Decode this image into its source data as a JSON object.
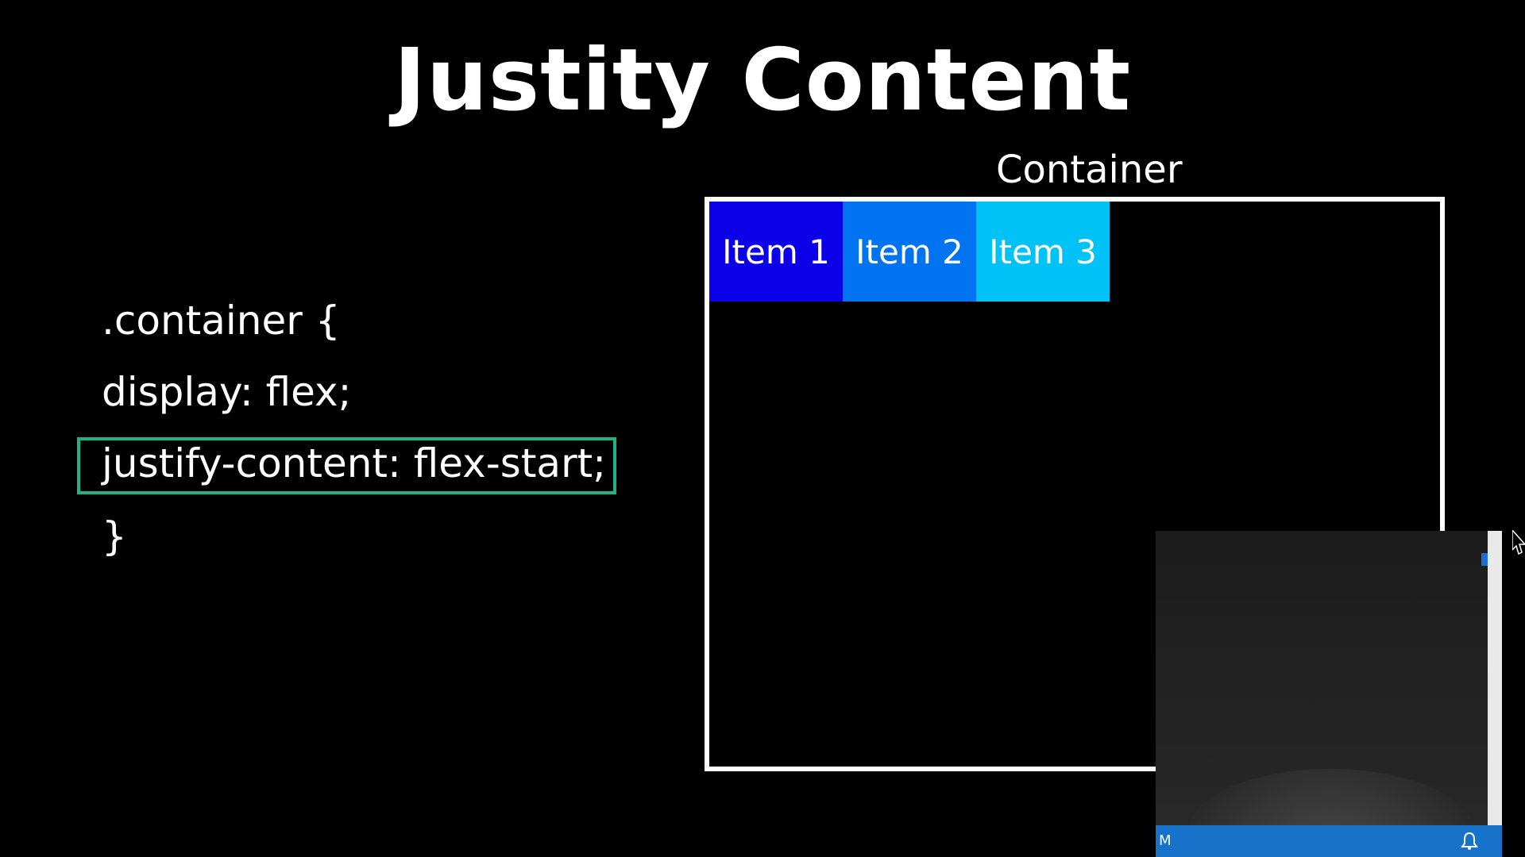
{
  "slide": {
    "title": "Justity Content",
    "code_lines": [
      ".container {",
      "display: flex;",
      "justify-content: flex-start;",
      "}"
    ]
  },
  "container": {
    "label": "Container",
    "items": [
      {
        "label": "Item 1",
        "color": "#0c00e8"
      },
      {
        "label": "Item 2",
        "color": "#0073f0"
      },
      {
        "label": "Item 3",
        "color": "#00c2f7"
      }
    ]
  },
  "highlight_color": "#1fb38a",
  "webcam": {
    "bar_text": "M",
    "icons": [
      "bell-icon",
      "cursor-icon"
    ]
  }
}
